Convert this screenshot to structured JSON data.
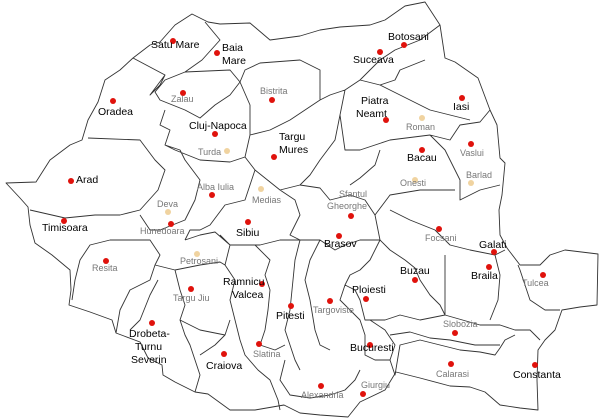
{
  "map": {
    "colors": {
      "major_city": "#e0120c",
      "minor_city": "#e0120c",
      "town": "#f0d3a0",
      "border": "#333333",
      "minor_label": "#777777"
    },
    "major_cities": {
      "satu_mare": "Satu Mare",
      "baia_mare": [
        "Baia",
        "Mare"
      ],
      "oradea": "Oradea",
      "cluj_napoca": "Cluj-Napoca",
      "arad": "Arad",
      "timisoara": "Timisoara",
      "targu_mures": [
        "Targu",
        "Mures"
      ],
      "sibiu": "Sibiu",
      "botosani": "Botosani",
      "suceava": "Suceava",
      "piatra_neamt": [
        "Piatra",
        "Neamt"
      ],
      "iasi": "Iasi",
      "bacau": "Bacau",
      "brasov": "Brasov",
      "buzau": "Buzau",
      "galati": "Galati",
      "braila": "Braila",
      "ploiesti": "Ploiesti",
      "bucuresti": "Bucuresti",
      "constanta": "Constanta",
      "ramnicu_valcea": [
        "Ramnicu",
        "Valcea"
      ],
      "pitesti": "Pitesti",
      "craiova": "Craiova",
      "drobeta": [
        "Drobeta-",
        "Turnu",
        "Severin"
      ]
    },
    "minor_cities": {
      "zalau": "Zalau",
      "bistrita": "Bistrita",
      "alba_iulia": "Alba Iulia",
      "hunedoara": "Hunedoara",
      "resita": "Resita",
      "targu_jiu": "Targu Jiu",
      "slatina": "Slatina",
      "alexandria": "Alexandria",
      "giurgiu": "Giurgiu",
      "targoviste": "Targoviste",
      "slobozia": "Slobozia",
      "calarasi": "Calarasi",
      "tulcea": "Tulcea",
      "focsani": "Focsani",
      "sfantul_gheorghe": [
        "Sfantul",
        "Gheorghe"
      ],
      "vaslui": "Vaslui"
    },
    "towns": {
      "turda": "Turda",
      "medias": "Medias",
      "deva": "Deva",
      "petrosani": "Petrosani",
      "roman": "Roman",
      "onesti": "Onesti",
      "barlad": "Barlad"
    }
  }
}
